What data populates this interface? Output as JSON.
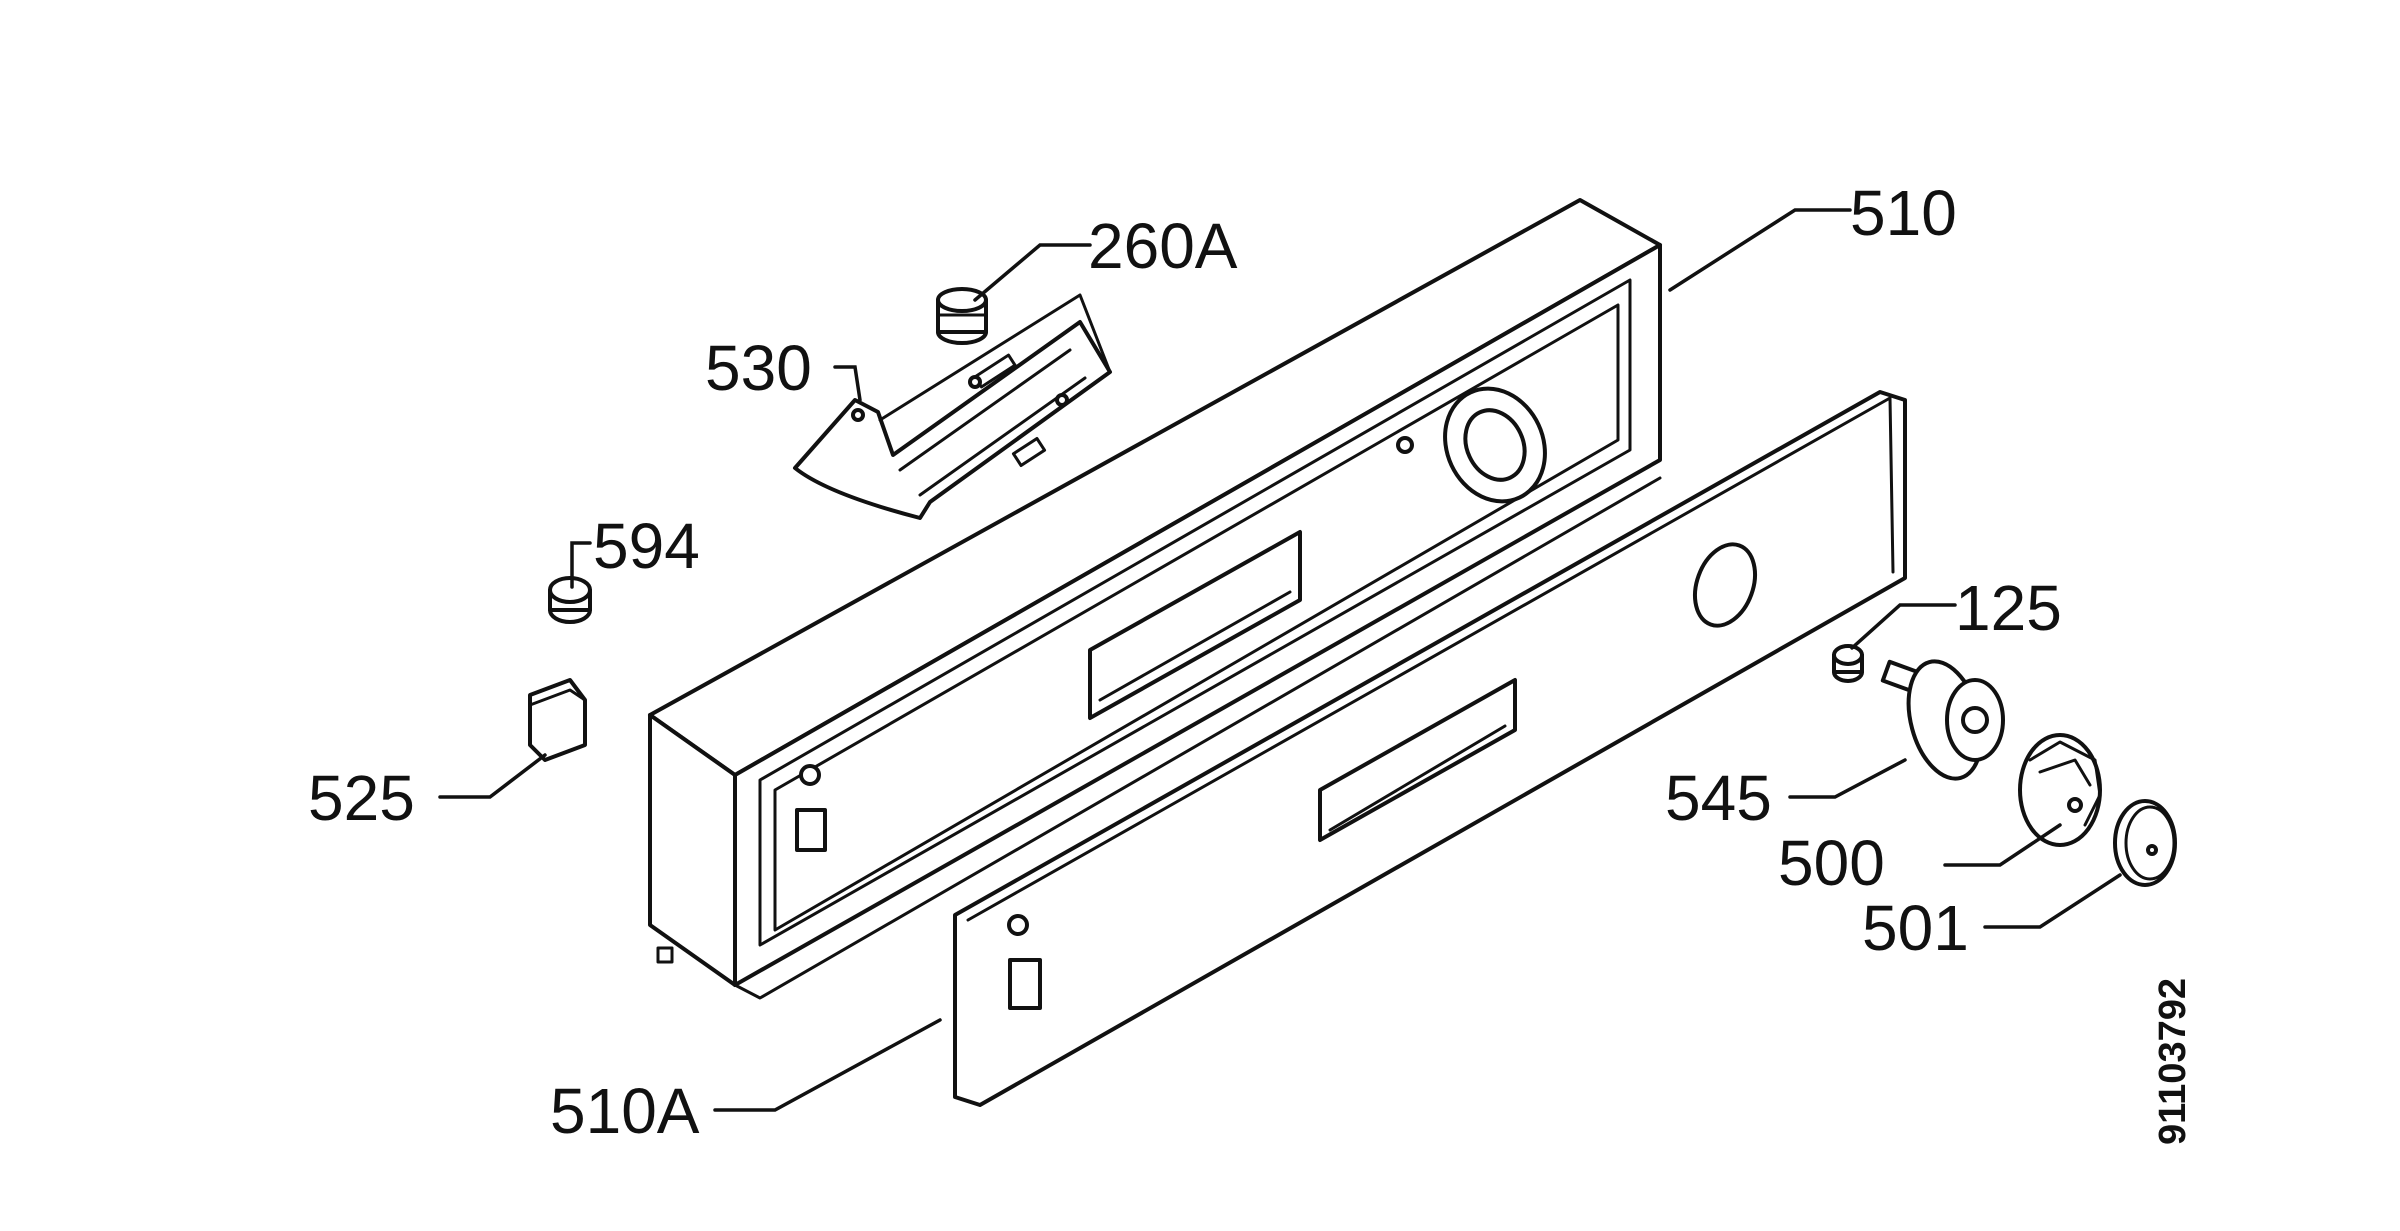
{
  "diagram": {
    "document_number": "91103792",
    "callouts": {
      "c260a": "260A",
      "c510": "510",
      "c530": "530",
      "c594": "594",
      "c525": "525",
      "c125": "125",
      "c545": "545",
      "c500": "500",
      "c501": "501",
      "c510a": "510A"
    }
  }
}
